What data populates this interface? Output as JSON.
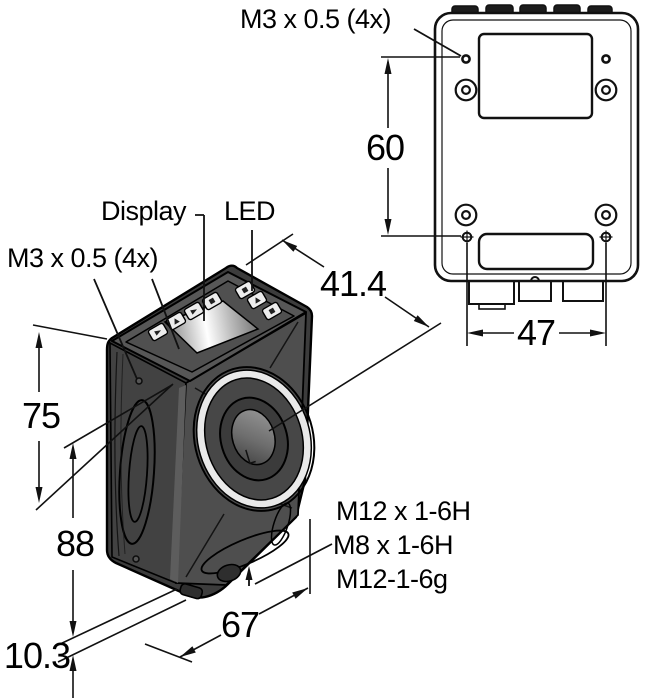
{
  "drawing": {
    "title": "vision-sensor-dimension-drawing",
    "labels": {
      "m3_top": "M3 x 0.5 (4x)",
      "m3_front": "M3 x 0.5 (4x)",
      "display": "Display",
      "led": "LED",
      "connector_m12_female": "M12 x 1-6H",
      "connector_m8": "M8 x 1-6H",
      "connector_m12_male": "M12-1-6g"
    },
    "dims": {
      "back_hole_spacing_vertical": "60",
      "back_hole_spacing_horizontal": "47",
      "housing_depth": "41.4",
      "body_height": "75",
      "overall_height": "88",
      "connector_clearance": "10.3",
      "overall_width": "67"
    },
    "colors": {
      "background": "#ffffff",
      "line": "#111111",
      "body_gray": "#4c4c4c",
      "body_dark": "#3c3c3c",
      "lens_ring_silver": "#e9e9e9",
      "display_highlight": "#ffffff"
    }
  }
}
